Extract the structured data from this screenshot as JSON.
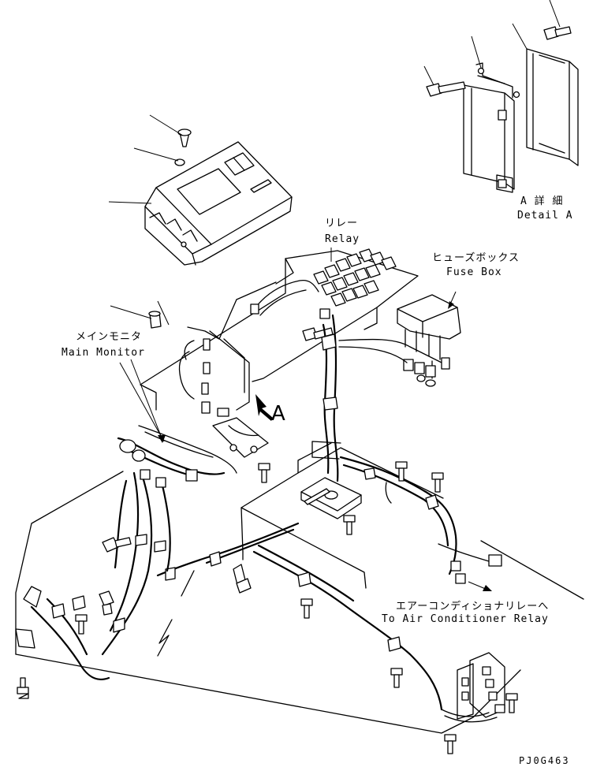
{
  "labels": {
    "relay_jp": "リレー",
    "relay_en": "Relay",
    "fuse_box_jp": "ヒューズボックス",
    "fuse_box_en": "Fuse Box",
    "detail_a_jp": "A 詳 細",
    "detail_a_en": "Detail A",
    "main_monitor_jp": "メインモニタ",
    "main_monitor_en": "Main Monitor",
    "view_marker": "A",
    "air_con_relay_jp": "エアーコンディショナリレーへ",
    "air_con_relay_en": "To Air Conditioner Relay",
    "drawing_code": "PJ0G463"
  }
}
